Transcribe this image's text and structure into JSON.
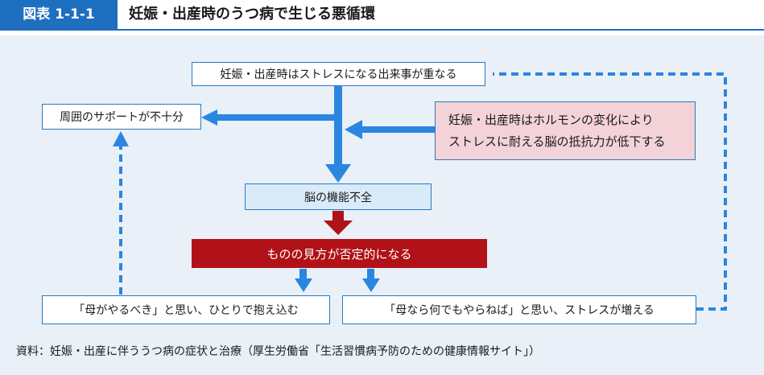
{
  "header": {
    "figure_label": "図表 1-1-1",
    "title": "妊娠・出産時のうつ病で生じる悪循環"
  },
  "nodes": {
    "stress_events": "妊娠・出産時はストレスになる出来事が重なる",
    "support": "周囲のサポートが不十分",
    "hormone_line1": "妊娠・出産時はホルモンの変化により",
    "hormone_line2": "ストレスに耐える脳の抵抗力が低下する",
    "brain": "脳の機能不全",
    "negative": "ものの見方が否定的になる",
    "belief_mother": "「母がやるべき」と思い、ひとりで抱え込む",
    "belief_perfect": "「母なら何でもやらねば」と思い、ストレスが増える"
  },
  "source": "資料：妊娠・出産に伴ううつ病の症状と治療（厚生労働省「生活習慣病予防のための健康情報サイト」）",
  "colors": {
    "accent_blue": "#1f6fc0",
    "arrow_blue": "#2a86e0",
    "arrow_red": "#b01217",
    "panel_bg": "#e9f0f7",
    "pink_box": "#f3d2d8",
    "lightblue_box": "#d9ebf8"
  }
}
